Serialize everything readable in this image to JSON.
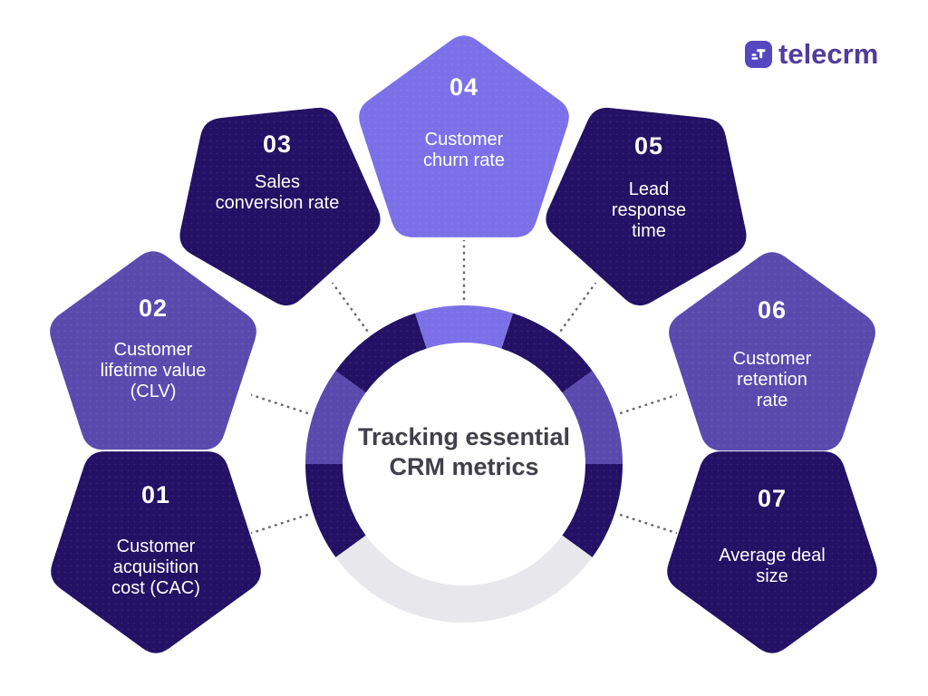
{
  "logo": {
    "icon": "telecrm-phone-icon",
    "text": "telecrm",
    "icon_bg": "#5547c0",
    "text_color": "#4f3d9c"
  },
  "title": "Tracking essential\nCRM metrics",
  "title_color": "#414049",
  "colors": {
    "navy": "#221164",
    "purple": "#5a4aae",
    "light_purple": "#7b70e8",
    "gray": "#e8e7eb",
    "connector": "#6a6a6a",
    "label_text": "#ffffff"
  },
  "items": [
    {
      "number": "01",
      "label": "Customer\nacquisition\ncost (CAC)",
      "color": "navy"
    },
    {
      "number": "02",
      "label": "Customer\nlifetime value\n(CLV)",
      "color": "purple"
    },
    {
      "number": "03",
      "label": "Sales\nconversion rate",
      "color": "navy"
    },
    {
      "number": "04",
      "label": "Customer\nchurn rate",
      "color": "light_purple"
    },
    {
      "number": "05",
      "label": "Lead\nresponse\ntime",
      "color": "navy"
    },
    {
      "number": "06",
      "label": "Customer\nretention\nrate",
      "color": "purple"
    },
    {
      "number": "07",
      "label": "Average deal\nsize",
      "color": "navy"
    }
  ],
  "ring_segment_colors": [
    "light_purple",
    "navy",
    "purple",
    "navy",
    "gray",
    "navy",
    "purple",
    "navy"
  ]
}
